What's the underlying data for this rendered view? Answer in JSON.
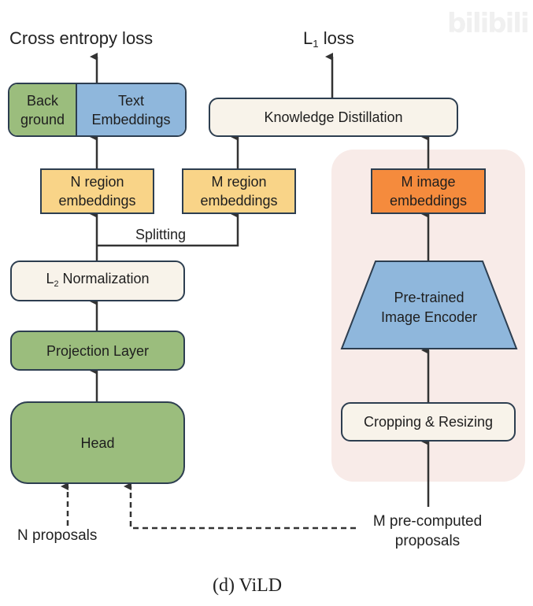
{
  "diagram": {
    "top_labels": {
      "cross_entropy_loss": "Cross entropy loss",
      "l1_loss_prefix": "L",
      "l1_loss_sub": "1",
      "l1_loss_suffix": " loss"
    },
    "boxes": {
      "background": [
        "Back",
        "ground"
      ],
      "text_embeddings": [
        "Text",
        "Embeddings"
      ],
      "knowledge_distillation": "Knowledge Distillation",
      "n_region_embeddings": [
        "N region",
        "embeddings"
      ],
      "m_region_embeddings": [
        "M region",
        "embeddings"
      ],
      "m_image_embeddings": [
        "M image",
        "embeddings"
      ],
      "l2_norm_prefix": "L",
      "l2_norm_sub": "2",
      "l2_norm_suffix": " Normalization",
      "projection_layer": "Projection Layer",
      "head": "Head",
      "image_encoder": [
        "Pre-trained",
        "Image Encoder"
      ],
      "cropping_resizing": "Cropping & Resizing"
    },
    "edge_labels": {
      "splitting": "Splitting"
    },
    "inputs": {
      "n_proposals": "N proposals",
      "m_precomputed": [
        "M pre-computed",
        "proposals"
      ]
    },
    "caption": "(d) ViLD",
    "watermark": "bilibili",
    "colors": {
      "green": "#9bbd7d",
      "blue": "#8fb7dc",
      "yellow": "#f9d488",
      "orange": "#f58b3d",
      "cream": "#f8f3ea",
      "shade": "#f8ebe8",
      "border": "#2d3e50"
    }
  }
}
